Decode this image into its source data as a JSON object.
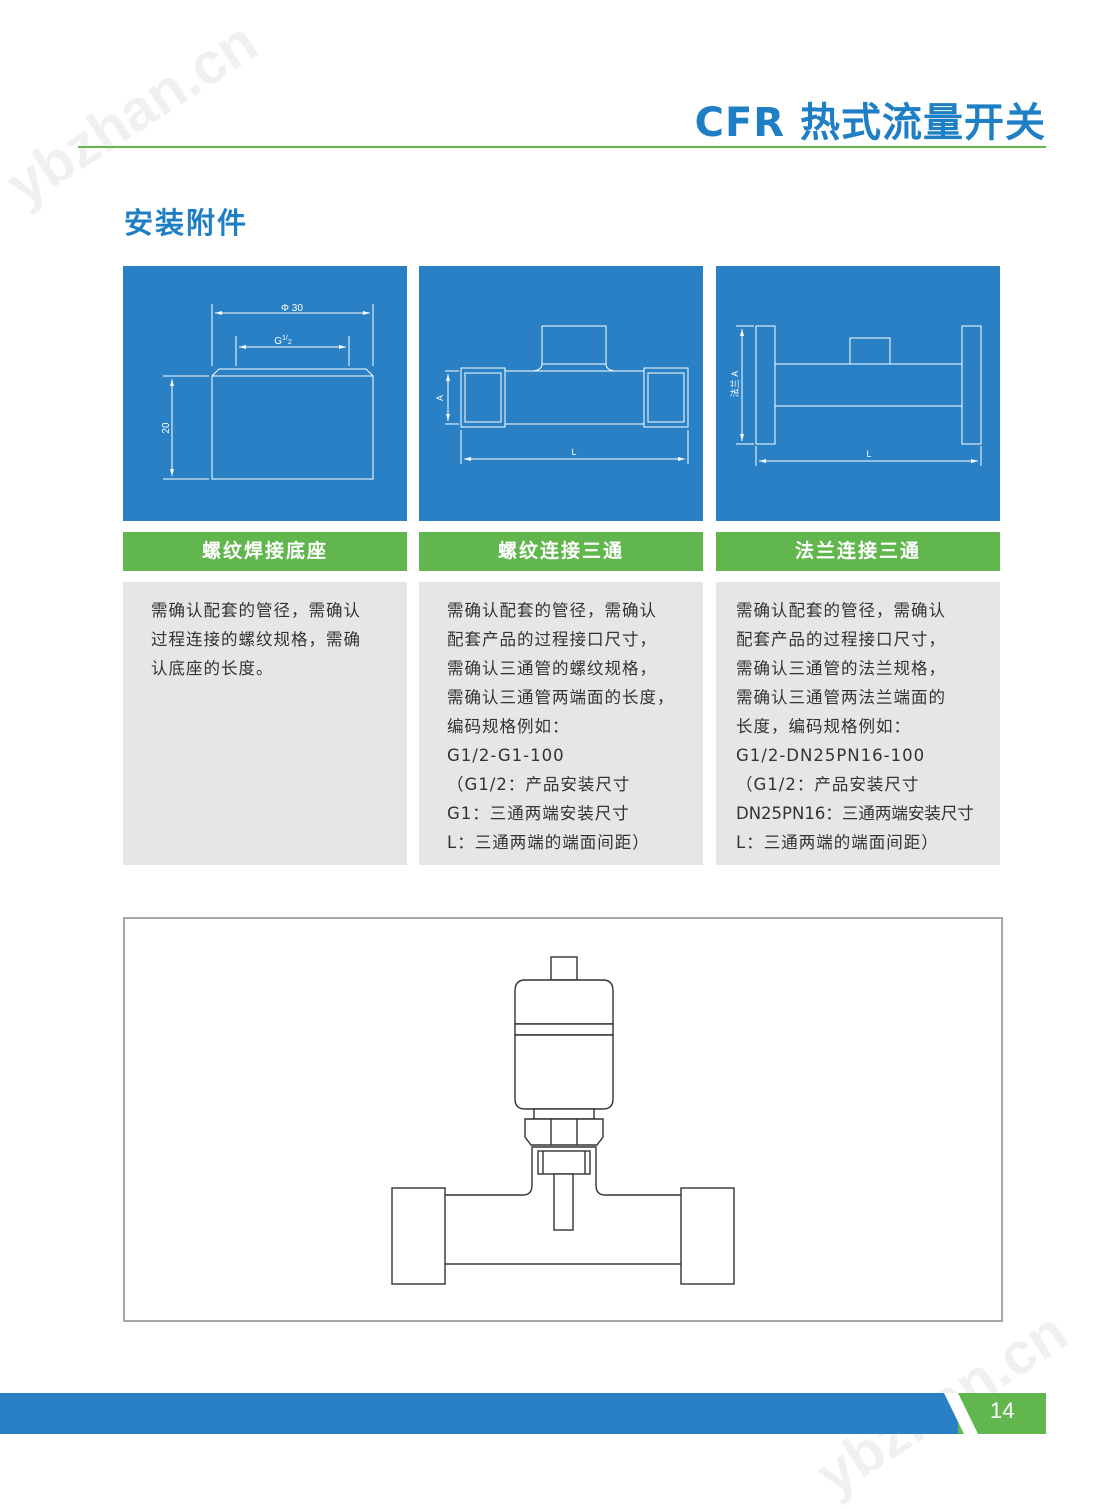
{
  "header": {
    "title": "CFR 热式流量开关"
  },
  "section": {
    "title": "安装附件"
  },
  "watermark": {
    "text": "ybzhan.cn"
  },
  "cards": [
    {
      "name": "螺纹焊接底座",
      "drawing": {
        "dia_label": "Φ 30",
        "thread_label": "G",
        "thread_sup": "1",
        "thread_sub": "2",
        "height_label": "20"
      },
      "lines": [
        "需确认配套的管径，需确认",
        "过程连接的螺纹规格，需确",
        "认底座的长度。"
      ]
    },
    {
      "name": "螺纹连接三通",
      "drawing": {
        "a_label": "A",
        "l_label": "L"
      },
      "lines": [
        "需确认配套的管径，需确认",
        "配套产品的过程接口尺寸，",
        "需确认三通管的螺纹规格，",
        "需确认三通管两端面的长度，",
        "编码规格例如：",
        "G1/2-G1-100",
        "（G1/2：产品安装尺寸",
        "G1：三通两端安装尺寸",
        "L：三通两端的端面间距）"
      ]
    },
    {
      "name": "法兰连接三通",
      "drawing": {
        "a_label": "法兰 A",
        "l_label": "L"
      },
      "lines": [
        "需确认配套的管径，需确认",
        "配套产品的过程接口尺寸，",
        "需确认三通管的法兰规格，",
        "需确认三通管两法兰端面的",
        "长度，编码规格例如：",
        "G1/2-DN25PN16-100",
        "（G1/2：产品安装尺寸",
        "DN25PN16：三通两端安装尺寸",
        "L：三通两端的端面间距）"
      ]
    }
  ],
  "footer": {
    "page": "14"
  },
  "colors": {
    "brand_blue": "#2a80c4",
    "brand_green": "#62b64e",
    "panel_gray": "#e6e6e6"
  }
}
